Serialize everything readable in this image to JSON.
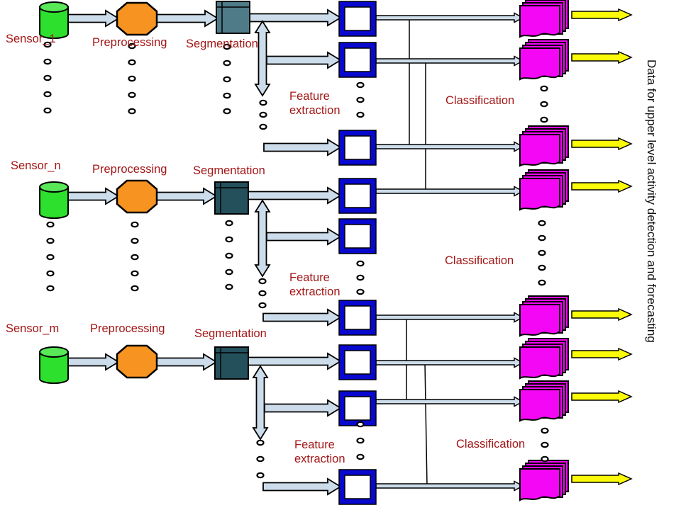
{
  "side_note": "Data for upper level activity detection and forecasting",
  "groups": [
    {
      "sensor": "Sensor_1",
      "preprocessing": "Preprocessing",
      "segmentation": "Segmentation",
      "feature": "Feature extraction",
      "classification": "Classification"
    },
    {
      "sensor": "Sensor_n",
      "preprocessing": "Preprocessing",
      "segmentation": "Segmentation",
      "feature": "Feature extraction",
      "classification": "Classification"
    },
    {
      "sensor": "Sensor_m",
      "preprocessing": "Preprocessing",
      "segmentation": "Segmentation",
      "feature": "Feature extraction",
      "classification": "Classification"
    }
  ],
  "colors": {
    "sensor_cylinder": "#2EE02E",
    "sensor_cylinder_top": "#58E858",
    "preprocessing_octagon": "#F79421",
    "segmentation_box_first": "#4E7B87",
    "segmentation_box_rest": "#24505C",
    "feature_box_border": "#0808CF",
    "classification_docs": "#F407F4",
    "output_arrow": "#FBFB09",
    "flow_arrow_fill": "#CCDCEA",
    "label_text": "#A31616",
    "side_text": "#111111"
  }
}
